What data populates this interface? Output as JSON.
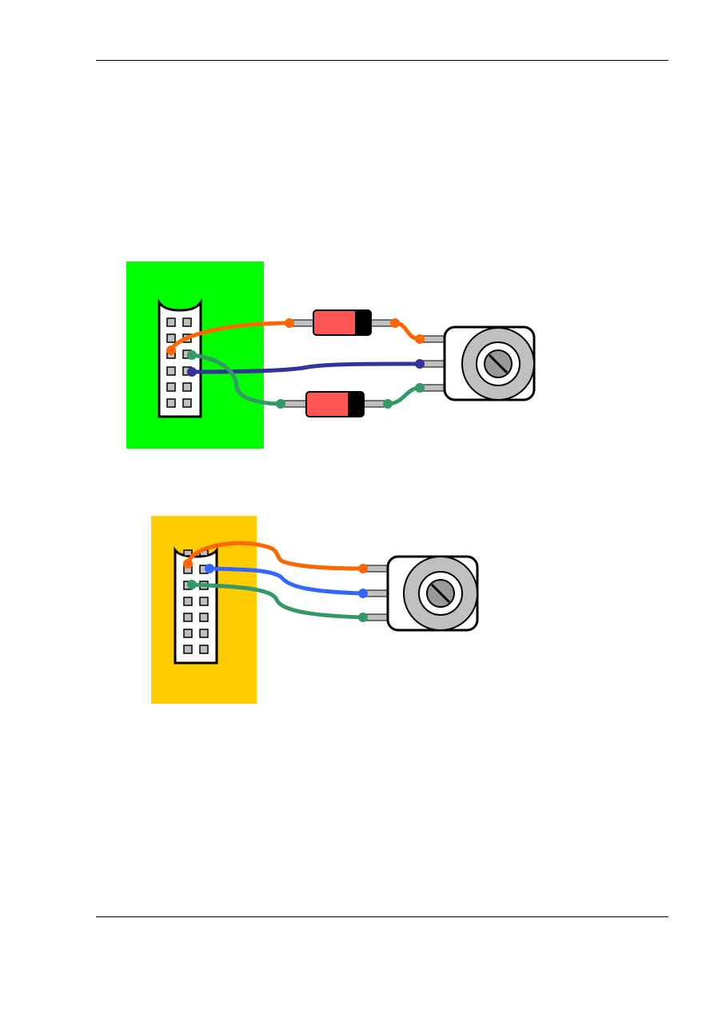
{
  "colors": {
    "panel_1": "#00ff00",
    "panel_2": "#ffcc00",
    "wire_orange": "#ff6600",
    "wire_blue_dark": "#333399",
    "wire_blue": "#3366ff",
    "wire_green": "#339966",
    "diode_body": "#ff5555",
    "diode_band": "#000000",
    "pot_knob": "#c0c0c0",
    "pin_grey": "#c0c0c0"
  },
  "diagram_1": {
    "panel": "green-panel",
    "connector": "2x6-pin-header",
    "components": [
      "diode-upper",
      "diode-lower",
      "potentiometer"
    ],
    "wires": [
      "orange",
      "dark-blue",
      "green"
    ]
  },
  "diagram_2": {
    "panel": "yellow-panel",
    "connector": "2x7-pin-header",
    "components": [
      "potentiometer"
    ],
    "wires": [
      "orange",
      "blue",
      "green"
    ]
  }
}
